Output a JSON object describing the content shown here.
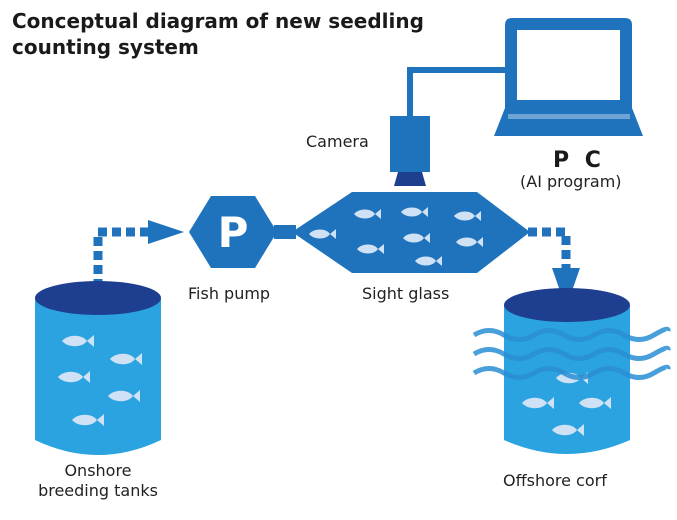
{
  "title_line1": "Conceptual diagram of new seedling",
  "title_line2": "counting system",
  "labels": {
    "camera": "Camera",
    "pc": "P C",
    "pc_sub": "(AI program)",
    "pump_letter": "P",
    "fish_pump": "Fish pump",
    "sight_glass": "Sight glass",
    "onshore_line1": "Onshore",
    "onshore_line2": "breeding tanks",
    "offshore": "Offshore corf"
  },
  "colors": {
    "primary_blue": "#1f73bd",
    "dark_blue": "#1e3f8f",
    "tank_blue": "#2ba3e0",
    "fish": "#cfe2f5"
  }
}
